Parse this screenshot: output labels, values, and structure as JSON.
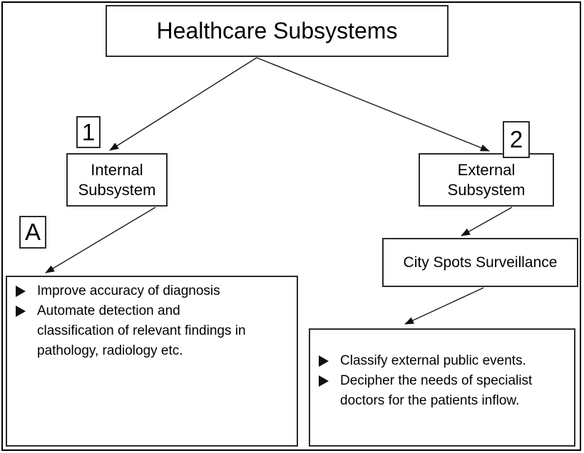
{
  "diagram": {
    "title": "Healthcare Subsystems",
    "markers": {
      "internal": "1",
      "external": "2",
      "internal_detail": "A"
    },
    "nodes": {
      "internal": {
        "line1": "Internal",
        "line2": "Subsystem"
      },
      "external": {
        "line1": "External",
        "line2": "Subsystem"
      },
      "surveillance": "City Spots Surveillance"
    },
    "internal_goals": [
      "Improve accuracy of diagnosis",
      "Automate detection and classification of relevant findings in pathology, radiology etc."
    ],
    "external_goals": [
      "Classify external public events.",
      "Decipher the needs of specialist doctors for the patients inflow."
    ],
    "colors": {
      "background": "#ffffff",
      "border": "#000000",
      "text": "#000000",
      "connector": "#1a1a1a"
    }
  }
}
